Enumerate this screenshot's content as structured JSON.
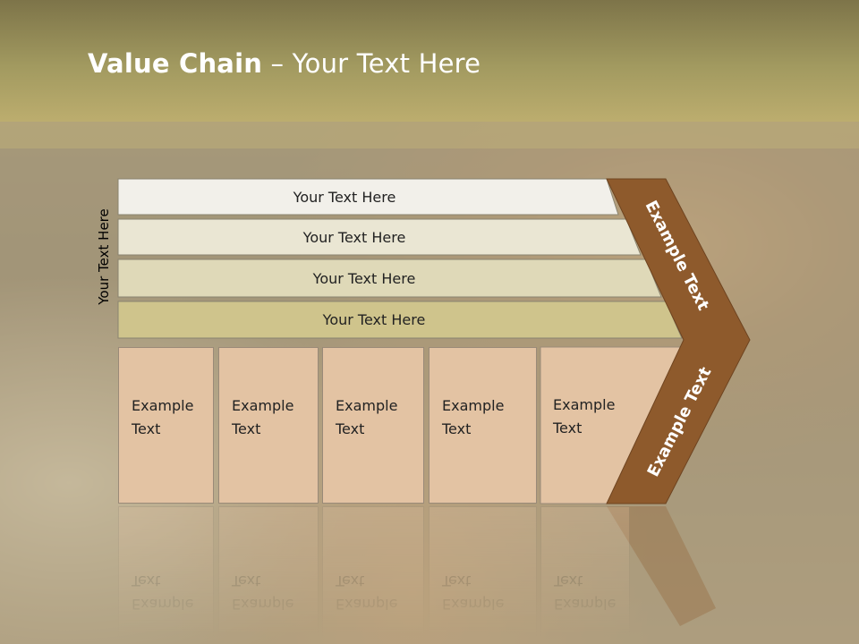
{
  "slide": {
    "title_bold": "Value Chain",
    "title_rest": " – Your Text Here",
    "side_label": "Your Text Here"
  },
  "bars": [
    {
      "label": "Your Text Here",
      "fill": "#f2f0ea"
    },
    {
      "label": "Your Text Here",
      "fill": "#eae6d3"
    },
    {
      "label": "Your Text Here",
      "fill": "#dfd9b8"
    },
    {
      "label": "Your Text Here",
      "fill": "#cfc48c"
    }
  ],
  "cells": [
    {
      "line1": "Example",
      "line2": "Text"
    },
    {
      "line1": "Example",
      "line2": "Text"
    },
    {
      "line1": "Example",
      "line2": "Text"
    },
    {
      "line1": "Example",
      "line2": "Text"
    },
    {
      "line1": "Example",
      "line2": "Text"
    }
  ],
  "chevron": {
    "upper_label": "Example Text",
    "lower_label": "Example Text",
    "fill": "#8e5a2c"
  }
}
